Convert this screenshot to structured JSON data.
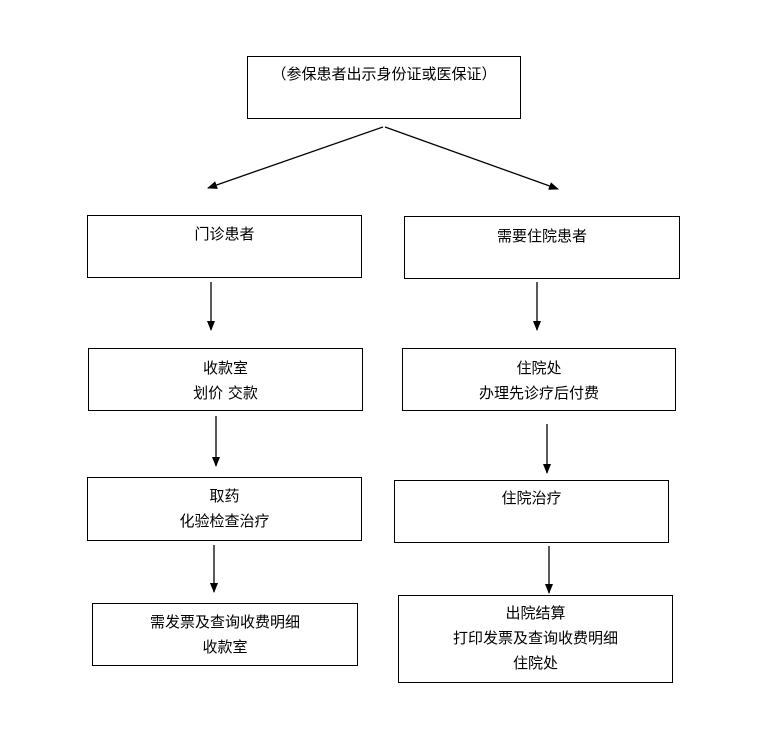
{
  "nodes": {
    "top": {
      "lines": [
        "（参保患者出示身份证或医保证）"
      ]
    },
    "outpatient": {
      "lines": [
        "门诊患者"
      ]
    },
    "inpatient": {
      "lines": [
        "需要住院患者"
      ]
    },
    "cashier": {
      "lines": [
        "收款室",
        "划价 交款"
      ]
    },
    "admission": {
      "lines": [
        "住院处",
        "办理先诊疗后付费"
      ]
    },
    "medicine": {
      "lines": [
        "取药",
        "化验检查治疗"
      ]
    },
    "treatment": {
      "lines": [
        "住院治疗"
      ]
    },
    "invoice": {
      "lines": [
        "需发票及查询收费明细",
        "收款室"
      ]
    },
    "discharge": {
      "lines": [
        "出院结算",
        "打印发票及查询收费明细",
        "住院处"
      ]
    }
  },
  "edges": [
    {
      "from": "top",
      "to": "outpatient"
    },
    {
      "from": "top",
      "to": "inpatient"
    },
    {
      "from": "outpatient",
      "to": "cashier"
    },
    {
      "from": "cashier",
      "to": "medicine"
    },
    {
      "from": "medicine",
      "to": "invoice"
    },
    {
      "from": "inpatient",
      "to": "admission"
    },
    {
      "from": "admission",
      "to": "treatment"
    },
    {
      "from": "treatment",
      "to": "discharge"
    }
  ]
}
